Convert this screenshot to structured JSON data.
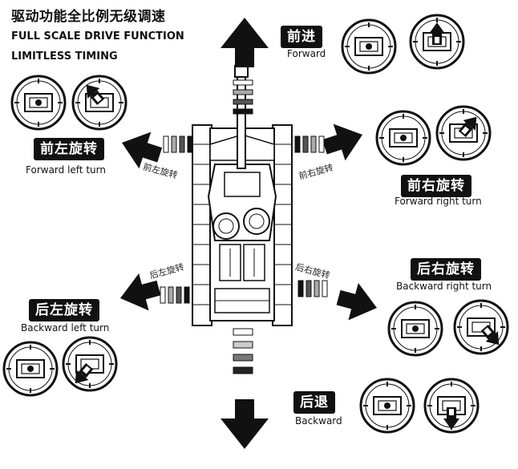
{
  "header": {
    "title_cn": "驱动功能全比例无级调速",
    "line1_en": "FULL SCALE DRIVE FUNCTION",
    "line2_en": "LIMITLESS TIMING"
  },
  "directions": {
    "forward": {
      "cn": "前进",
      "en": "Forward"
    },
    "forward_left": {
      "cn": "前左旋转",
      "en": "Forward left turn",
      "small_cn": "前左旋转"
    },
    "forward_right": {
      "cn": "前右旋转",
      "en": "Forward right turn",
      "small_cn": "前右旋转"
    },
    "backward_left": {
      "cn": "后左旋转",
      "en": "Backward left turn",
      "small_cn": "后左旋转"
    },
    "backward_right": {
      "cn": "后右旋转",
      "en": "Backward right turn",
      "small_cn": "后右旋转"
    },
    "backward": {
      "cn": "后退",
      "en": "Backward"
    }
  },
  "colors": {
    "ink": "#111111",
    "paper": "#ffffff",
    "gray": "#888888"
  }
}
